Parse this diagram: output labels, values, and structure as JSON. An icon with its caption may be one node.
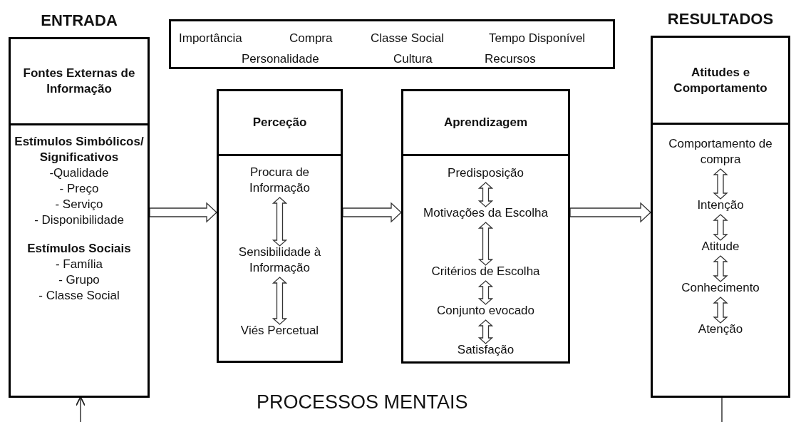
{
  "diagram": {
    "nodes": [
      {
        "text": [
          "ENTRADA",
          "Fontes Externas de Informação",
          "**Estímulos Simbólicos/ Significativos**",
          "-Qualidade",
          "- Preço",
          "- Serviço",
          "- Disponibilidade",
          "**Estímulos Sociais**",
          "- Família",
          "- Grupo",
          "- Classe Social"
        ]
      },
      {
        "text": [
          "Importância",
          "Compra",
          "Classe Social",
          "Tempo Disponível",
          "Personalidade",
          "Cultura",
          "Recursos"
        ]
      },
      {
        "text": [
          "Perceção"
        ]
      },
      {
        "text": [
          "Procura de Informação"
        ],
        "in": 2
      },
      {
        "text": [
          "Sensibilidade à Informação"
        ],
        "in": 2
      },
      {
        "text": [
          "Viés Percetual"
        ],
        "in": 2
      },
      {
        "text": [
          "Aprendizagem"
        ]
      },
      {
        "text": [
          "Predisposição"
        ],
        "in": 6
      },
      {
        "text": [
          "Motivações da Escolha"
        ],
        "in": 6
      },
      {
        "text": [
          "Critérios de Escolha"
        ],
        "in": 6
      },
      {
        "text": [
          "Conjunto evocado"
        ],
        "in": 6
      },
      {
        "text": [
          "Satisfação"
        ],
        "in": 6
      },
      {
        "text": [
          "RESULTADOS",
          "Atitudes e Comportamento"
        ]
      },
      {
        "text": [
          "Comportamento de compra"
        ],
        "in": 12
      },
      {
        "text": [
          "Intenção"
        ],
        "in": 12
      },
      {
        "text": [
          "Atitude"
        ],
        "in": 12
      },
      {
        "text": [
          "Conhecimento"
        ],
        "in": 12
      },
      {
        "text": [
          "Atenção"
        ],
        "in": 12
      }
    ],
    "edges": [
      {
        "from": 0,
        "to": 2,
        "arrow": "to"
      },
      {
        "from": 2,
        "to": 6,
        "arrow": "to"
      },
      {
        "from": 6,
        "to": 12,
        "arrow": "to"
      },
      {
        "from": 3,
        "to": 4,
        "arrow": "both"
      },
      {
        "from": 4,
        "to": 5,
        "arrow": "both"
      },
      {
        "from": 7,
        "to": 8,
        "arrow": "both"
      },
      {
        "from": 8,
        "to": 9,
        "arrow": "both"
      },
      {
        "from": 9,
        "to": 10,
        "arrow": "both"
      },
      {
        "from": 10,
        "to": 11,
        "arrow": "both"
      },
      {
        "from": 13,
        "to": 14,
        "arrow": "both"
      },
      {
        "from": 14,
        "to": 15,
        "arrow": "both"
      },
      {
        "from": 15,
        "to": 16,
        "arrow": "both"
      },
      {
        "from": 16,
        "to": 17,
        "arrow": "both"
      },
      {
        "from": null,
        "to": 0,
        "arrow": "to"
      },
      {
        "from": 12,
        "to": null,
        "arrow": "none"
      }
    ],
    "labels": [
      "PROCESSOS MENTAIS"
    ]
  }
}
